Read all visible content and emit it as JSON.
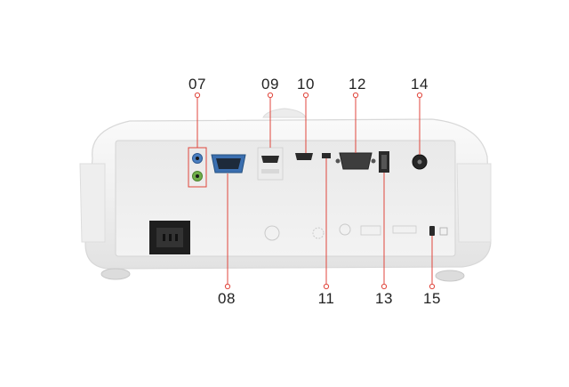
{
  "callouts": {
    "c07": "07",
    "c08": "08",
    "c09": "09",
    "c10": "10",
    "c11": "11",
    "c12": "12",
    "c13": "13",
    "c14": "14",
    "c15": "15"
  },
  "colors": {
    "leader": "#e0463c",
    "body": "#f4f4f4",
    "panel": "#ebebeb",
    "port_dark": "#2a2a2a",
    "vga_blue": "#3b6fb0",
    "audio_blue": "#4a7fc1",
    "audio_green": "#6fae4a"
  },
  "icons": {
    "power": "power-inlet-icon",
    "lock": "kensington-lock-icon"
  }
}
